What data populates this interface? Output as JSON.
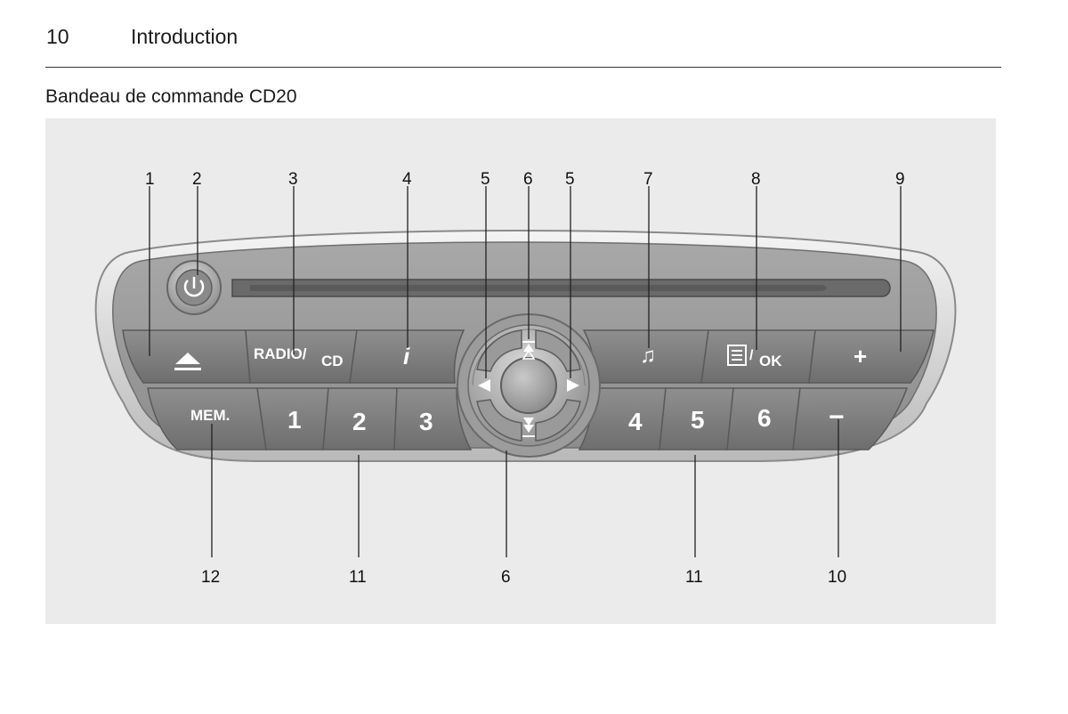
{
  "header": {
    "page_number": "10",
    "chapter": "Introduction"
  },
  "section": {
    "title": "Bandeau de commande CD20"
  },
  "figure": {
    "callouts_top": [
      "1",
      "2",
      "3",
      "4",
      "5",
      "6",
      "5",
      "7",
      "8",
      "9"
    ],
    "callouts_bottom": [
      "12",
      "11",
      "6",
      "11",
      "10"
    ],
    "buttons": {
      "radio_cd_main": "RADIO/",
      "radio_cd_sub": "CD",
      "info": "i",
      "ok_sub": "OK",
      "plus": "+",
      "mem": "MEM.",
      "preset_1": "1",
      "preset_2": "2",
      "preset_3": "3",
      "preset_4": "4",
      "preset_5": "5",
      "preset_6": "6",
      "minus": "−"
    }
  }
}
